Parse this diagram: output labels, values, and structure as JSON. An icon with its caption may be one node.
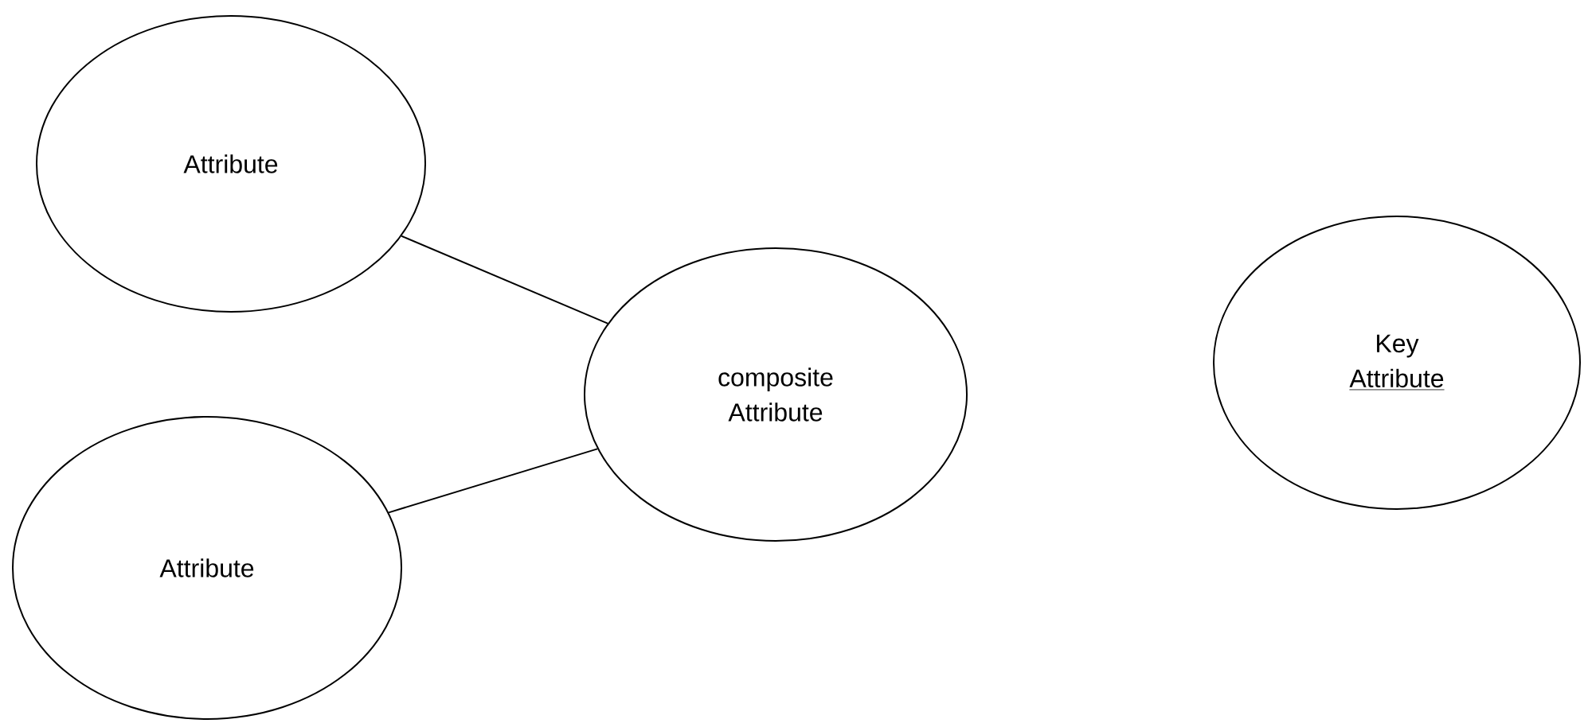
{
  "diagram": {
    "nodes": [
      {
        "text": [
          "Attribute"
        ]
      },
      {
        "text": [
          "composite Attribute"
        ]
      },
      {
        "text": [
          "Attribute"
        ]
      },
      {
        "text": [
          "Key",
          "Attribute"
        ]
      }
    ],
    "edges": [
      {
        "from": 0,
        "to": 1,
        "arrow": "none"
      },
      {
        "from": 2,
        "to": 1,
        "arrow": "none"
      }
    ]
  }
}
